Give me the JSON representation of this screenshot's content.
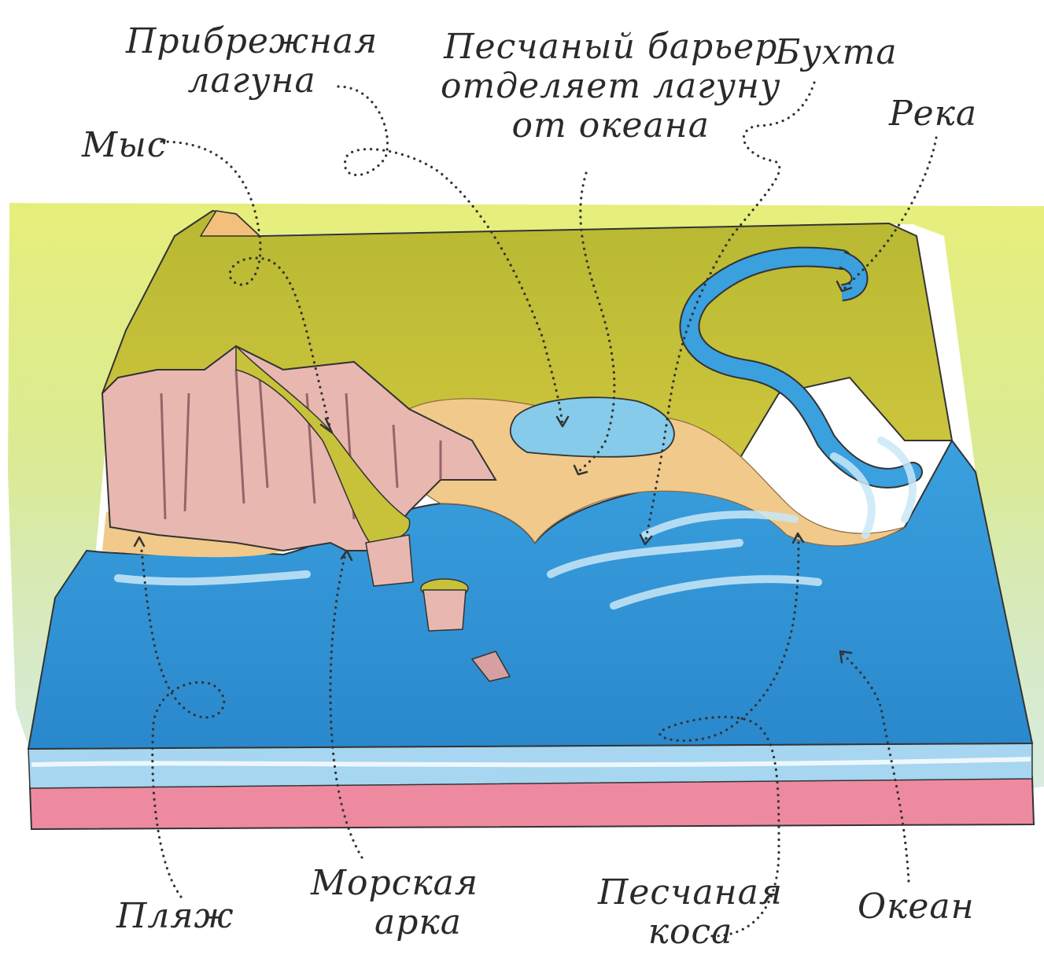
{
  "labels": {
    "cape": "Мыс",
    "coastal_lagoon": [
      "Прибрежная",
      "лагуна"
    ],
    "sand_barrier": [
      "Песчаный барьер",
      "отделяет лагуну",
      "от океана"
    ],
    "bay": "Бухта",
    "river": "Река",
    "beach": "Пляж",
    "sea_arch": [
      "Морская",
      "арка"
    ],
    "sand_spit": [
      "Песчаная",
      "коса"
    ],
    "ocean": "Океан"
  },
  "colors": {
    "land": "#c8c43a",
    "land_dark": "#9ea22a",
    "sand": "#f1c98a",
    "cliff": "#e8b8b0",
    "lagoon": "#86cbe9",
    "ocean": "#2f9ad8",
    "ocean_light": "#bfe3f5",
    "bedrock": "#ee8aa0",
    "wash_top": "#e4ec6c",
    "wash_side": "#b8d8c0"
  }
}
